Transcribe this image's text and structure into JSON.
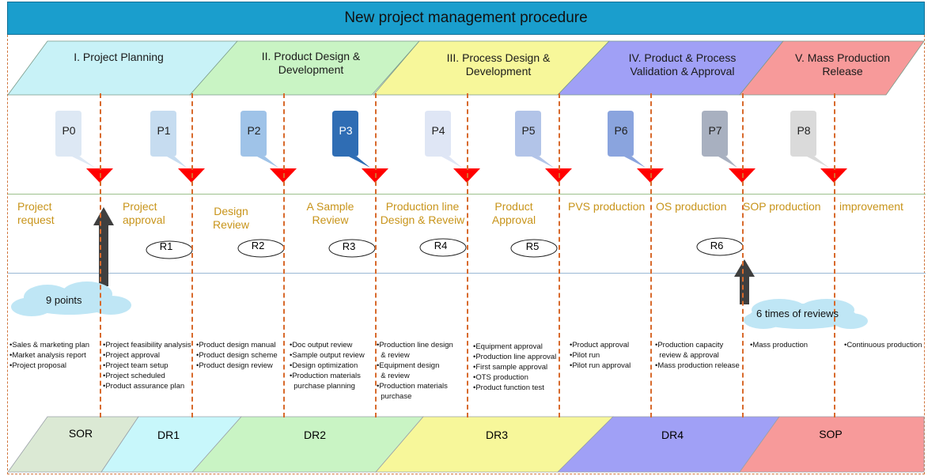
{
  "title": "New project management procedure",
  "phases": [
    {
      "label": "I. Project Planning",
      "color": "#c8f2f7"
    },
    {
      "label": "II. Product Design & Development",
      "color": "#c9f4c4"
    },
    {
      "label": "III. Process Design & Development",
      "color": "#f7f79a"
    },
    {
      "label": "IV. Product & Process Validation & Approval",
      "color": "#a0a0f6"
    },
    {
      "label": "V. Mass Production Release",
      "color": "#f79a9a"
    }
  ],
  "gates": [
    {
      "label": "P0",
      "color": "#dde8f4",
      "text_color": "#222222"
    },
    {
      "label": "P1",
      "color": "#c6dcf0",
      "text_color": "#222222"
    },
    {
      "label": "P2",
      "color": "#9fc3e8",
      "text_color": "#222222"
    },
    {
      "label": "P3",
      "color": "#2f6db4",
      "text_color": "#ffffff"
    },
    {
      "label": "P4",
      "color": "#dfe6f5",
      "text_color": "#222222"
    },
    {
      "label": "P5",
      "color": "#b2c4e8",
      "text_color": "#222222"
    },
    {
      "label": "P6",
      "color": "#8aa4de",
      "text_color": "#222222"
    },
    {
      "label": "P7",
      "color": "#a8b0c0",
      "text_color": "#222222"
    },
    {
      "label": "P8",
      "color": "#dadada",
      "text_color": "#222222"
    }
  ],
  "steps": [
    "Project request",
    "Project approval",
    "Design Review",
    "A Sample Review",
    "Production line Design & Reveiw",
    "Product Approval",
    "PVS production",
    "OS production",
    "SOP production",
    "improvement"
  ],
  "reviews": [
    "R1",
    "R2",
    "R3",
    "R4",
    "R5",
    "R6"
  ],
  "notes": {
    "points": "9 points",
    "reviews": "6 times of reviews"
  },
  "activities": [
    [
      "•Sales & marketing plan",
      "•Market analysis report",
      "•Project proposal"
    ],
    [
      "•Project feasibility analysis",
      "•Project approval",
      "•Project team setup",
      "•Project scheduled",
      "•Product assurance plan"
    ],
    [
      "•Product design manual",
      "•Product design scheme",
      "•Product design review"
    ],
    [
      "•Doc output review",
      "•Sample output review",
      "•Design optimization",
      "•Production materials",
      "  purchase planning"
    ],
    [
      "•Production line design",
      "  & review",
      "•Equipment design",
      "  & review",
      "•Production materials",
      "  purchase"
    ],
    [
      "•Equipment approval",
      "•Production line approval",
      "•First sample approval",
      "•OTS production",
      "•Product function test"
    ],
    [
      "•Product approval",
      "•Pilot run",
      "•Pilot run approval"
    ],
    [
      "•Production capacity",
      "  review & approval",
      "•Mass production release"
    ],
    [
      "•Mass production"
    ],
    [
      "•Continuous production"
    ]
  ],
  "milestones": [
    {
      "label": "SOR",
      "color": "#dbe9d4"
    },
    {
      "label": "DR1",
      "color": "#c8f7fb"
    },
    {
      "label": "DR2",
      "color": "#c9f4c4"
    },
    {
      "label": "DR3",
      "color": "#f7f79a"
    },
    {
      "label": "DR4",
      "color": "#a0a0f6"
    },
    {
      "label": "SOP",
      "color": "#f79a9a"
    }
  ],
  "colors": {
    "header": "#1a9ecd",
    "dashed_line": "#d86a2c",
    "step_text": "#c8941a",
    "marker": "#ff0000",
    "arrow": "#3f3f3f"
  }
}
